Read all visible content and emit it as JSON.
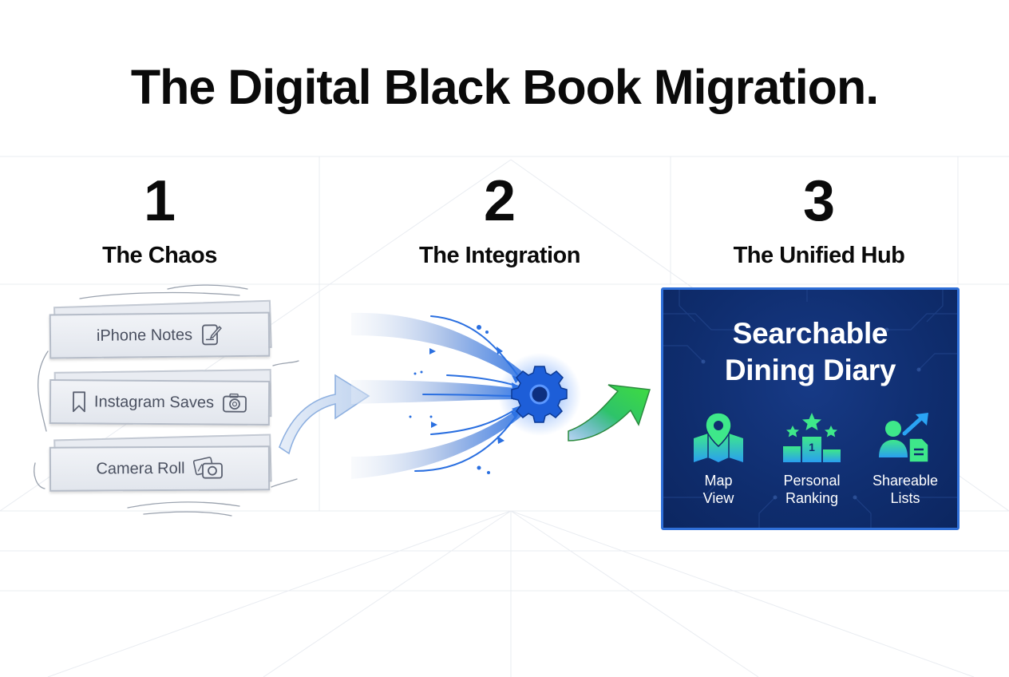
{
  "title": "The Digital Black Book Migration.",
  "steps": [
    {
      "number": "1",
      "label": "The Chaos"
    },
    {
      "number": "2",
      "label": "The Integration"
    },
    {
      "number": "3",
      "label": "The Unified Hub"
    }
  ],
  "chaos_sources": [
    {
      "label": "iPhone Notes",
      "icon": "notepad-pencil-icon"
    },
    {
      "label": "Instagram Saves",
      "icon": "bookmark-icon"
    },
    {
      "label": "Camera Roll",
      "icon": "photos-icon"
    }
  ],
  "integration": {
    "icon": "gear-icon"
  },
  "hub": {
    "title_line1": "Searchable",
    "title_line2": "Dining Diary",
    "features": [
      {
        "label": "Map\nView",
        "icon": "map-pin-icon"
      },
      {
        "label": "Personal\nRanking",
        "icon": "podium-stars-icon"
      },
      {
        "label": "Shareable\nLists",
        "icon": "share-user-list-icon"
      }
    ]
  },
  "colors": {
    "hub_background": "#0f2d6e",
    "hub_border": "#2f6fd8",
    "flow_blue": "#2a6fe0",
    "arrow_green": "#3fdc3f",
    "icon_green": "#35e07a",
    "icon_blue": "#2aa4f4"
  }
}
